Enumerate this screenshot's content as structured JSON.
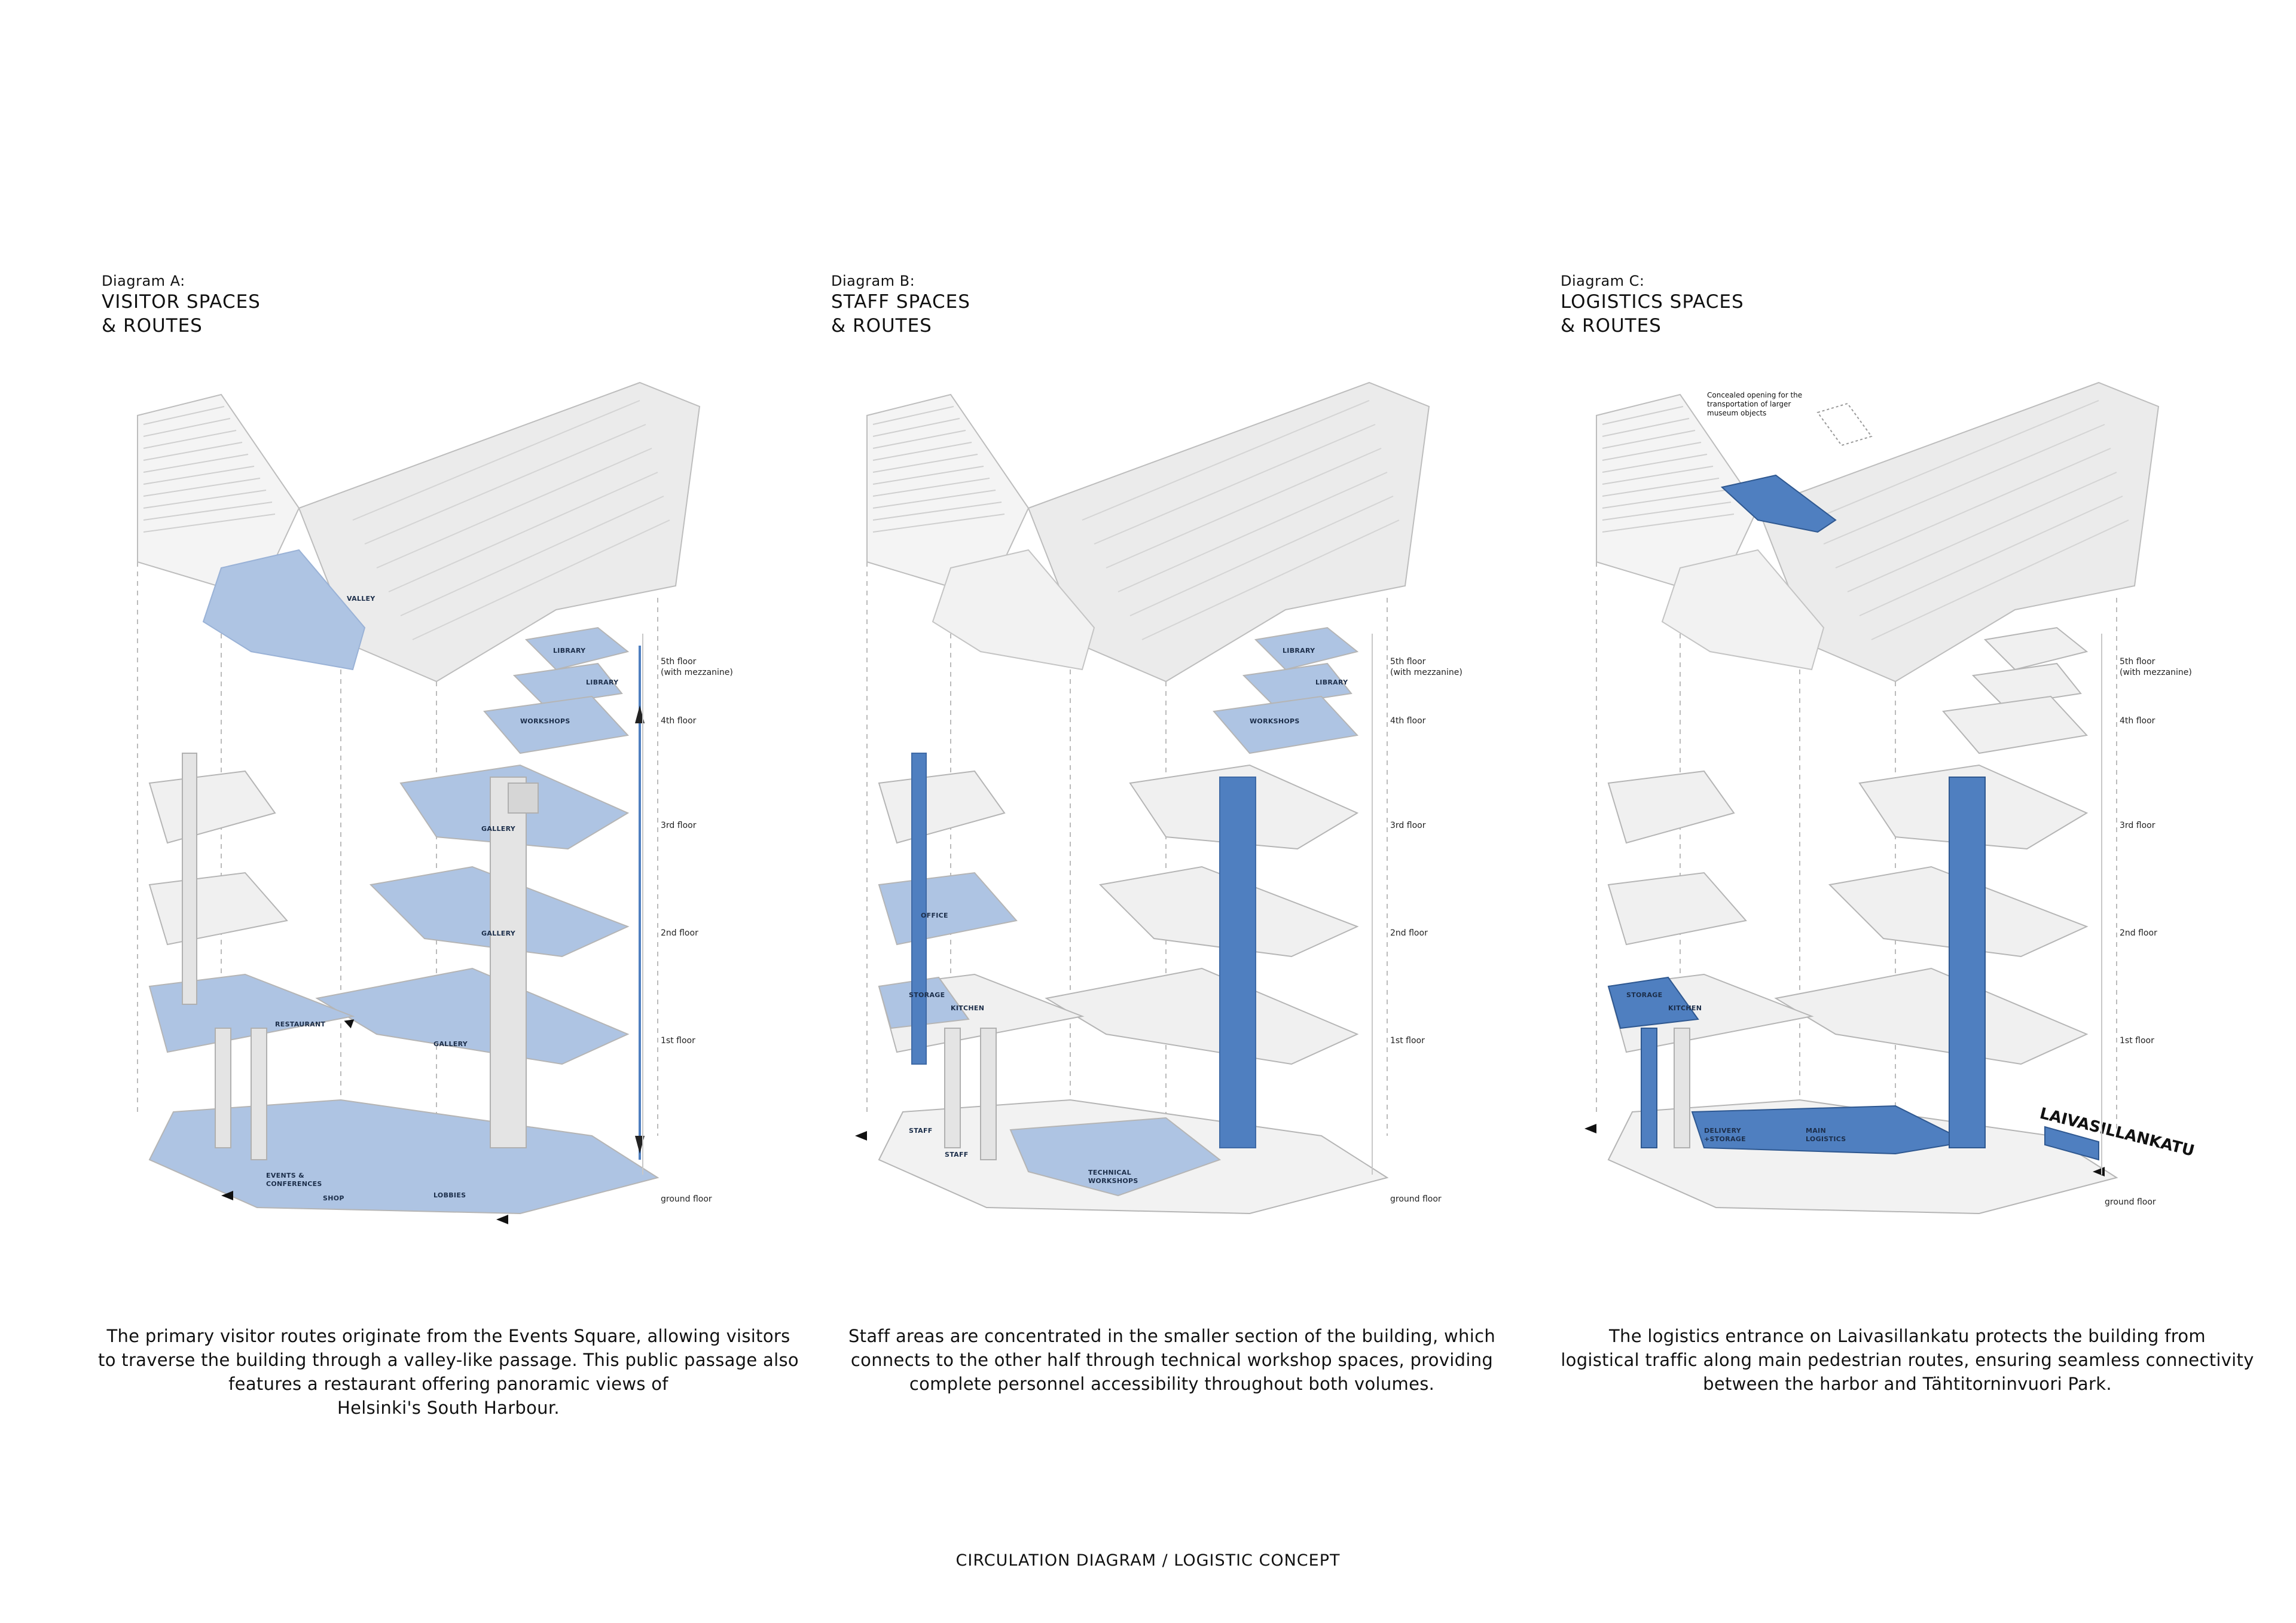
{
  "diagrams": [
    {
      "label": "Diagram A:",
      "title_line1": "VISITOR SPACES",
      "title_line2": "& ROUTES",
      "caption_lines": [
        "The primary visitor routes originate from the Events Square, allowing visitors",
        "to traverse the building through a valley-like passage. This public passage also",
        "features a restaurant offering panoramic views of",
        "Helsinki's South Harbour."
      ],
      "space_labels": {
        "valley": "VALLEY",
        "library1": "LIBRARY",
        "library2": "LIBRARY",
        "workshops": "WORKSHOPS",
        "gallery3": "GALLERY",
        "gallery2": "GALLERY",
        "gallery1": "GALLERY",
        "restaurant": "RESTAURANT",
        "events1": "EVENTS &",
        "events2": "CONFERENCES",
        "shop": "SHOP",
        "lobbies": "LOBBIES"
      }
    },
    {
      "label": "Diagram B:",
      "title_line1": "STAFF SPACES",
      "title_line2": "& ROUTES",
      "caption_lines": [
        "Staff areas are concentrated in the smaller section of the building, which",
        "connects to the other half through technical workshop spaces, providing",
        "complete personnel accessibility throughout both volumes."
      ],
      "space_labels": {
        "library1": "LIBRARY",
        "library2": "LIBRARY",
        "workshops": "WORKSHOPS",
        "office": "OFFICE",
        "storage": "STORAGE",
        "kitchen": "KITCHEN",
        "staff1": "STAFF",
        "staff2": "STAFF",
        "tech1": "TECHNICAL",
        "tech2": "WORKSHOPS"
      }
    },
    {
      "label": "Diagram C:",
      "title_line1": "LOGISTICS SPACES",
      "title_line2": "& ROUTES",
      "caption_lines": [
        "The logistics entrance on Laivasillankatu protects the building from",
        "logistical traffic along main pedestrian routes, ensuring seamless connectivity",
        "between the harbor and Tähtitorninvuori Park."
      ],
      "space_labels": {
        "storage": "STORAGE",
        "kitchen": "KITCHEN",
        "delivery1": "DELIVERY",
        "delivery2": "+STORAGE",
        "main1": "MAIN",
        "main2": "LOGISTICS",
        "street": "LAIVASILLANKATU"
      },
      "note_lines": [
        "Concealed opening for the",
        "transportation of larger",
        "museum objects"
      ]
    }
  ],
  "floor_labels": {
    "fifth": "5th floor",
    "fifth_note": "(with mezzanine)",
    "fourth": "4th floor",
    "third": "3rd floor",
    "second": "2nd floor",
    "first": "1st floor",
    "ground": "ground floor"
  },
  "footer": "CIRCULATION DIAGRAM / LOGISTIC CONCEPT",
  "colors": {
    "highlight": "#4f7fc0",
    "highlight_light": "#aec4e3",
    "slab": "#eeeeee",
    "slab_edge": "#b5b5b5",
    "roof": "#e8e8e8"
  }
}
